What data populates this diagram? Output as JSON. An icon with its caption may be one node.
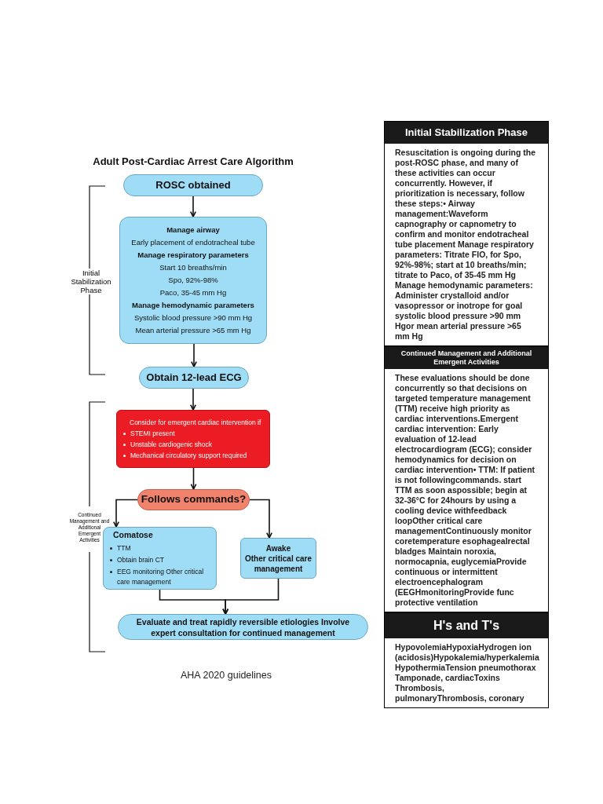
{
  "diagram": {
    "title": "Adult Post-Cardiac Arrest Care Algorithm",
    "caption": "AHA 2020 guidelines",
    "nodes": [
      {
        "text": [
          "ROSC obtained"
        ]
      },
      {
        "text": [
          "Manage airway",
          "Early placement of endotracheal tube",
          "Manage respiratory parameters",
          "Start 10 breaths/min",
          "Spo, 92%-98%",
          "Paco, 35-45 mm Hg",
          "Manage hemodynamic parameters",
          "Systolic blood pressure >90 mm Hg",
          "Mean arterial pressure >65 mm Hg"
        ]
      },
      {
        "text": [
          "Obtain 12-lead ECG"
        ]
      },
      {
        "text": [
          "Consider for emergent cardiac intervention if",
          "STEMI present",
          "Unstable cardiogenic shock",
          "Mechanical circulatory support required"
        ]
      },
      {
        "text": [
          "Follows commands?"
        ]
      },
      {
        "text": [
          "Comatose",
          "TTM",
          "Obtain brain CT",
          "EEG monitoring Other critical care management"
        ]
      },
      {
        "text": [
          "Awake",
          "Other critical care management"
        ]
      },
      {
        "text": [
          "Evaluate and treat rapidly reversible etiologies Involve expert consultation for continued management"
        ]
      },
      {
        "text": [
          "Initial Stabilization Phase",
          "Resuscitation is ongoing during the post-ROSC phase, and many of these activities can occur concurrently. However, if prioritization is necessary, follow these steps:• Airway management:Waveform capnography or capnometry to confirm and monitor endotracheal tube placement Manage respiratory parameters: Titrate FIO, for Spo, 92%-98%; start at 10 breaths/min; titrate to Paco, of 35-45 mm Hg Manage hemodynamic parameters: Administer crystalloid and/or vasopressor or inotrope for goal systolic blood pressure >90 mm Hgor mean arterial pressure >65 mm Hg"
        ]
      },
      {
        "text": [
          "Continued Management and Additional Emergent Activities",
          "These evaluations should be done concurrently so that decisions on targeted temperature management (TTM) receive high priority as cardiac interventions.Emergent cardiac intervention: Early evaluation of 12-lead electrocardiogram (ECG); consider hemodynamics for decision on cardiac intervention• TTM: If patient is not followingcommands. start TTM as soon aspossible; begin at 32-36°C for 24hours by using a cooling device withfeedback loopOther critical care managementContinuously monitor coretemperature esophagealrectal bladges Maintain noroxia, normocapnia, euglycemiaProvide continuous or intermittent electroencephalogram (EEGHmonitoringProvide func protective ventilation"
        ]
      },
      {
        "text": [
          "H's and T's",
          "HypovolemiaHypoxiaHydrogen ion (acidosis)Hypokalemia/hyperkalemia HypothermiaTension pneumothorax Tamponade, cardiacToxins Thrombosis, pulmonaryThrombosis, coronary"
        ]
      }
    ],
    "edges": [
      {
        "from": 0,
        "to": 1,
        "arrow": "to"
      },
      {
        "from": 1,
        "to": 2,
        "arrow": "to"
      },
      {
        "from": 2,
        "to": 3,
        "arrow": "to"
      },
      {
        "from": 3,
        "to": 4,
        "arrow": "to"
      },
      {
        "from": 4,
        "to": 5,
        "arrow": "to"
      },
      {
        "from": 4,
        "to": 6,
        "arrow": "to"
      },
      {
        "from": 5,
        "to": 7,
        "arrow": "to"
      },
      {
        "from": 6,
        "to": 7,
        "arrow": "to"
      }
    ],
    "labels": [
      "Initial Stabilization Phase",
      "Continued Management and Additional Emergent Activities"
    ]
  }
}
